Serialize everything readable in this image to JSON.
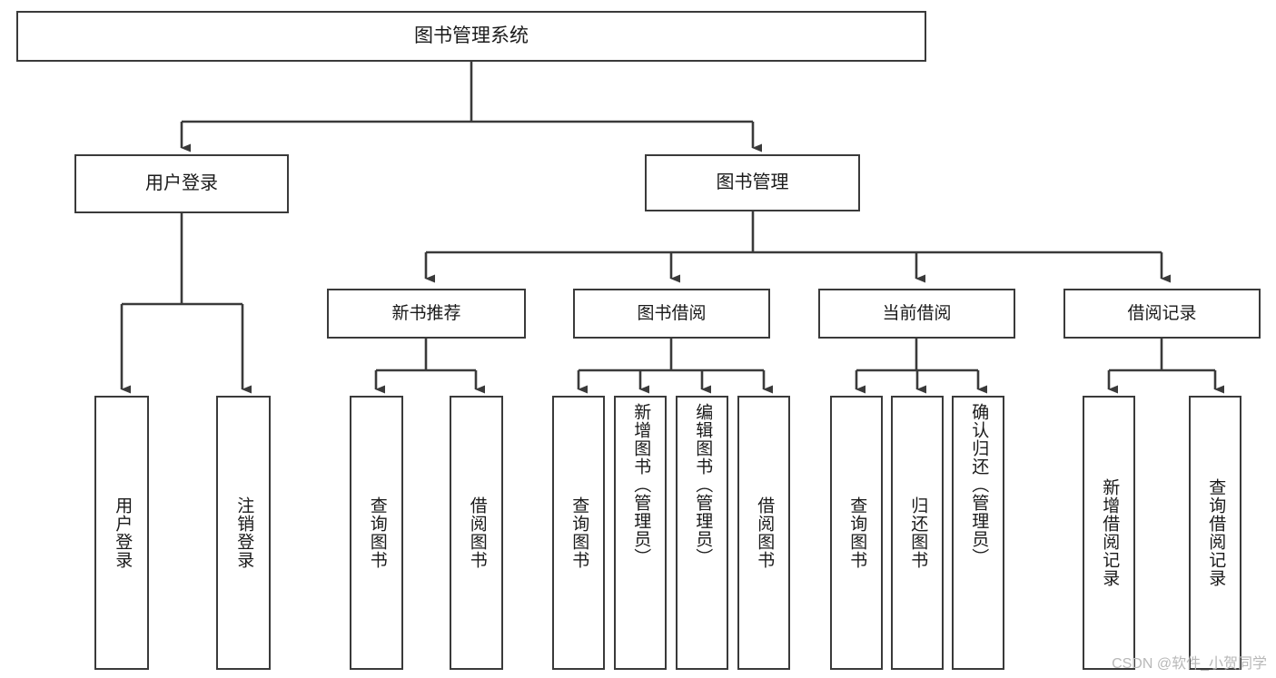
{
  "diagram": {
    "title": "图书管理系统",
    "type": "tree-hierarchy-diagram",
    "colors": {
      "box_border": "#3a3a3a",
      "box_fill": "#ffffff",
      "connector": "#3a3a3a",
      "text": "#1a1a1a",
      "watermark": "#b8b8b8",
      "background": "#ffffff"
    },
    "root": {
      "label": "图书管理系统"
    },
    "level2": [
      {
        "id": "user-login",
        "label": "用户登录"
      },
      {
        "id": "book-management",
        "label": "图书管理"
      }
    ],
    "level3": [
      {
        "id": "new-book-recommend",
        "label": "新书推荐"
      },
      {
        "id": "book-borrow",
        "label": "图书借阅"
      },
      {
        "id": "current-borrow",
        "label": "当前借阅"
      },
      {
        "id": "borrow-record",
        "label": "借阅记录"
      }
    ],
    "leaves": {
      "user_login": [
        {
          "id": "leaf-user-login",
          "label": "用户登录"
        },
        {
          "id": "leaf-logout-login",
          "label": "注销登录"
        }
      ],
      "new_book_recommend": [
        {
          "id": "leaf-query-book-1",
          "label": "查询图书"
        },
        {
          "id": "leaf-borrow-book-1",
          "label": "借阅图书"
        }
      ],
      "book_borrow": [
        {
          "id": "leaf-query-book-2",
          "label": "查询图书"
        },
        {
          "id": "leaf-add-book",
          "label": "新增图书（管理员）"
        },
        {
          "id": "leaf-edit-book",
          "label": "编辑图书（管理员）"
        },
        {
          "id": "leaf-borrow-book-2",
          "label": "借阅图书"
        }
      ],
      "current_borrow": [
        {
          "id": "leaf-query-book-3",
          "label": "查询图书"
        },
        {
          "id": "leaf-return-book",
          "label": "归还图书"
        },
        {
          "id": "leaf-confirm-return",
          "label": "确认归还（管理员）"
        }
      ],
      "borrow_record": [
        {
          "id": "leaf-add-borrow-record",
          "label": "新增借阅记录"
        },
        {
          "id": "leaf-query-borrow-record",
          "label": "查询借阅记录"
        }
      ]
    }
  },
  "watermark": {
    "text": "CSDN @软件_小贺同学"
  }
}
